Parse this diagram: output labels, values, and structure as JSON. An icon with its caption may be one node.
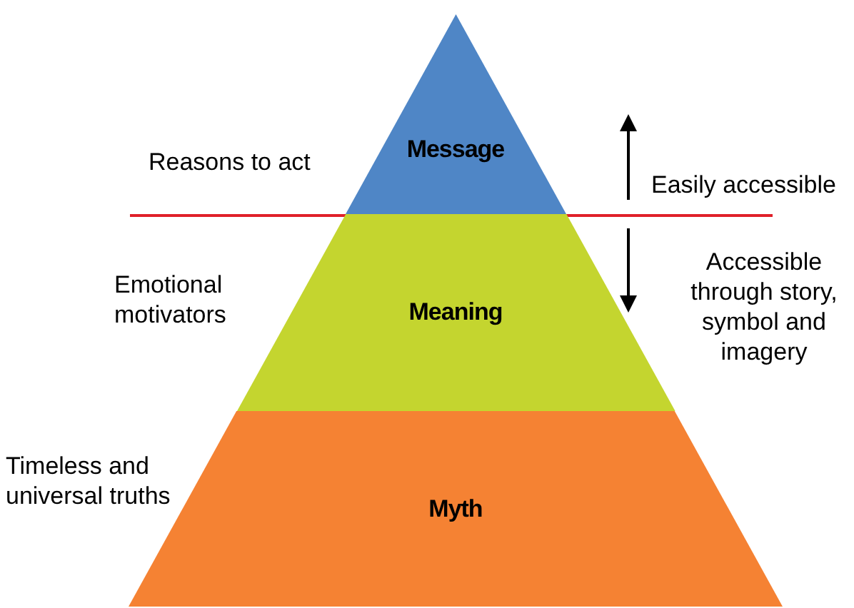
{
  "diagram": {
    "nodes": [
      {
        "text": [
          "Message"
        ],
        "beside": [
          "Reasons to act"
        ]
      },
      {
        "text": [
          "Meaning"
        ],
        "beside": [
          "Emotional motivators"
        ]
      },
      {
        "text": [
          "Myth"
        ],
        "beside": [
          "Timeless and universal truths"
        ]
      }
    ],
    "labels": [
      "Easily accessible",
      "Accessible through story, symbol and imagery"
    ]
  }
}
